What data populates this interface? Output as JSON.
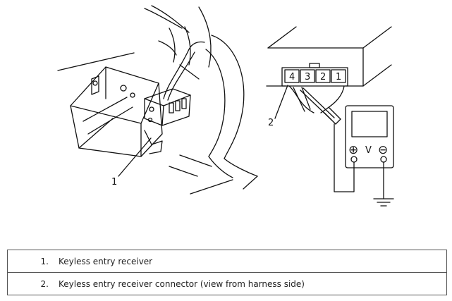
{
  "figure": {
    "callouts": {
      "receiver": "1",
      "connector": "2"
    },
    "connector_pins": [
      "4",
      "3",
      "2",
      "1"
    ],
    "meter_unit": "V",
    "meter_plus": "⊕",
    "meter_minus": "⊖"
  },
  "legend": {
    "rows": [
      {
        "number": "1.",
        "label": "Keyless entry receiver"
      },
      {
        "number": "2.",
        "label": "Keyless entry receiver connector (view from harness side)"
      }
    ]
  }
}
